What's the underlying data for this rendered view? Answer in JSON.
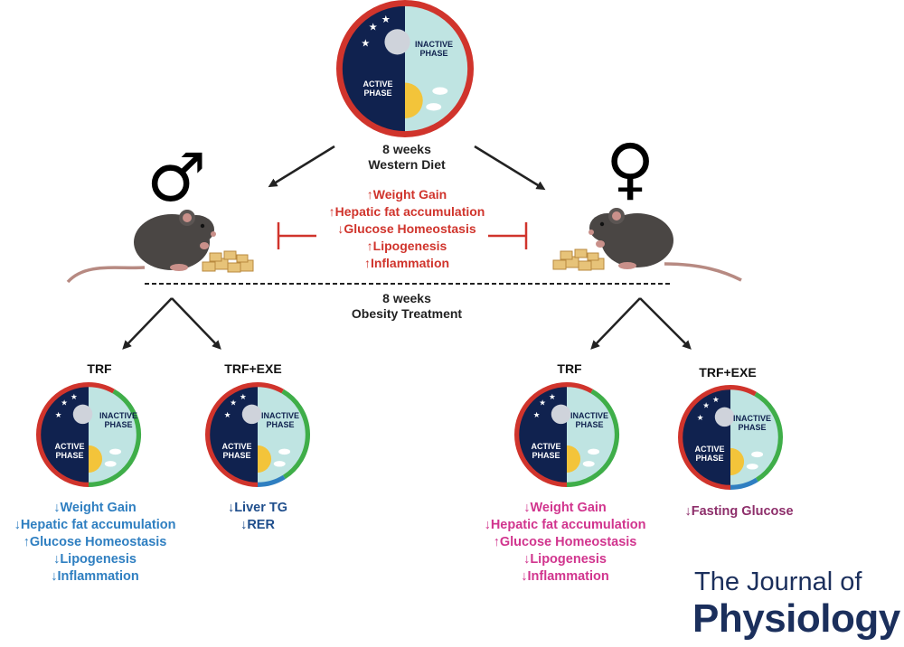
{
  "top_clock": {
    "inactive": "INACTIVE PHASE",
    "active": "ACTIVE PHASE"
  },
  "western_diet": {
    "line1": "8 weeks",
    "line2": "Western Diet"
  },
  "diet_effects": [
    "↑Weight Gain",
    "↑Hepatic fat accumulation",
    "↓Glucose Homeostasis",
    "↑Lipogenesis",
    "↑Inflammation"
  ],
  "treatment": {
    "line1": "8 weeks",
    "line2": "Obesity Treatment"
  },
  "symbols": {
    "male": "♂",
    "female": "♀"
  },
  "groups": {
    "male_trf": {
      "title": "TRF",
      "inactive": "INACTIVE PHASE",
      "active": "ACTIVE PHASE",
      "effects": [
        "↓Weight Gain",
        "↓Hepatic fat accumulation",
        "↑Glucose Homeostasis",
        "↓Lipogenesis",
        "↓Inflammation"
      ]
    },
    "male_trf_exe": {
      "title": "TRF+EXE",
      "inactive": "INACTIVE PHASE",
      "active": "ACTIVE PHASE",
      "effects": [
        "↓Liver TG",
        "↓RER"
      ]
    },
    "female_trf": {
      "title": "TRF",
      "inactive": "INACTIVE PHASE",
      "active": "ACTIVE PHASE",
      "effects": [
        "↓Weight Gain",
        "↓Hepatic fat accumulation",
        "↑Glucose Homeostasis",
        "↓Lipogenesis",
        "↓Inflammation"
      ]
    },
    "female_trf_exe": {
      "title": "TRF+EXE",
      "inactive": "INACTIVE PHASE",
      "active": "ACTIVE PHASE",
      "effects": [
        "↓Fasting Glucose"
      ]
    }
  },
  "journal": {
    "line1": "The Journal of",
    "line2": "Physiology"
  },
  "colors": {
    "night": "#10224f",
    "day": "#bfe4e2",
    "ring_red": "#d0342c",
    "ring_green": "#3fae49",
    "ring_blue": "#2f7fc1",
    "effect_red": "#d0342c",
    "male_blue": "#2f7fc1",
    "male_navy": "#1f4e8c",
    "female_pink": "#d1358e",
    "female_purple": "#8e2f6b",
    "journal_navy": "#1b2f5c"
  }
}
